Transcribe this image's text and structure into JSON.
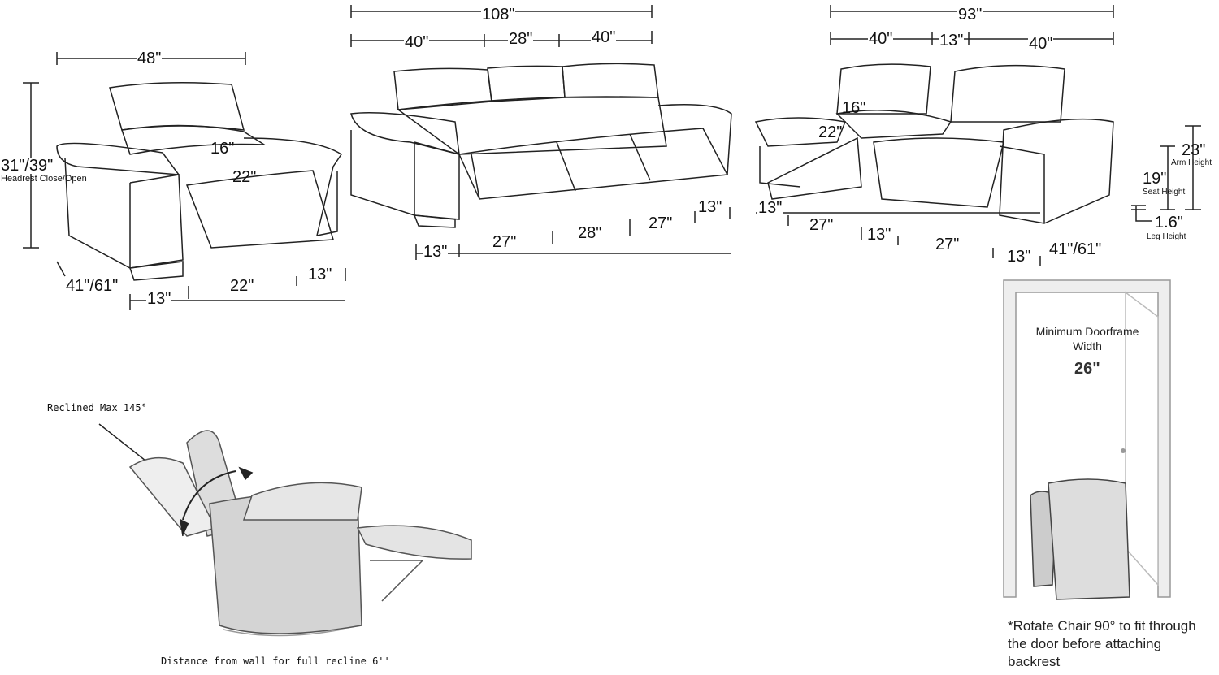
{
  "armchair": {
    "width": "48\"",
    "height": "31\"/39\"",
    "height_caption": "Headrest Close/Open",
    "seat_depth": "16\"",
    "seat_width": "22\"",
    "depth": "41\"/61\"",
    "arm_left": "13\"",
    "bottom_seat": "22\"",
    "arm_right": "13\""
  },
  "sofa": {
    "width": "108\"",
    "sections": [
      "40\"",
      "28\"",
      "40\""
    ],
    "bottom": [
      "13\"",
      "27\"",
      "28\"",
      "27\"",
      "13\""
    ]
  },
  "loveseat": {
    "width": "93\"",
    "sections": [
      "40\"",
      "13\"",
      "40\""
    ],
    "seat_depth": "16\"",
    "seat_width": "22\"",
    "bottom": [
      "13\"",
      "27\"",
      "13\"",
      "27\"",
      "13\""
    ],
    "depth": "41\"/61\""
  },
  "heights": {
    "arm": "23\"",
    "arm_caption": "Arm Height",
    "seat": "19\"",
    "seat_caption": "Seat Height",
    "leg": "1.6\"",
    "leg_caption": "Leg Height"
  },
  "recline": {
    "max": "Reclined Max 145°",
    "wall": "Distance from wall for full recline 6''"
  },
  "door": {
    "title": "Minimum Doorframe Width",
    "width": "26\"",
    "note": "*Rotate Chair 90° to fit through the door before attaching backrest"
  }
}
